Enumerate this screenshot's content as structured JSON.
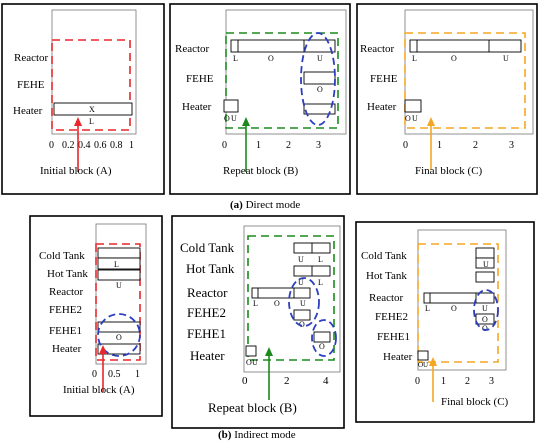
{
  "panels": [
    {
      "rows": [
        "Reactor",
        "FEHE",
        "Heater"
      ],
      "ticks": [
        "0",
        "0.2",
        "0.4",
        "0.6",
        "0.8",
        "1"
      ],
      "caption": "Initial block (A)",
      "bars": [
        {
          "row": "Heater",
          "labels": [
            "X",
            "L"
          ]
        }
      ]
    },
    {
      "rows": [
        "Reactor",
        "FEHE",
        "Heater"
      ],
      "ticks": [
        "0",
        "1",
        "2",
        "3"
      ],
      "caption": "Repeat block (B)",
      "bars": [
        {
          "row": "Reactor",
          "labels": [
            "L",
            "O",
            "U"
          ]
        },
        {
          "row": "FEHE",
          "labels": [
            "O"
          ]
        },
        {
          "row": "Heater",
          "labels": [
            "O",
            "U"
          ]
        }
      ]
    },
    {
      "rows": [
        "Reactor",
        "FEHE",
        "Heater"
      ],
      "ticks": [
        "0",
        "1",
        "2",
        "3"
      ],
      "caption": "Final block (C)",
      "bars": [
        {
          "row": "Reactor",
          "labels": [
            "L",
            "O",
            "U"
          ]
        },
        {
          "row": "Heater",
          "labels": [
            "O",
            "U"
          ]
        }
      ]
    },
    {
      "rows": [
        "Cold Tank",
        "Hot Tank",
        "Reactor",
        "FEHE2",
        "FEHE1",
        "Heater"
      ],
      "ticks": [
        "0",
        "0.5",
        "1"
      ],
      "caption": "Initial block (A)",
      "bars": [
        {
          "row": "Cold Tank",
          "labels": [
            "L"
          ]
        },
        {
          "row": "Hot Tank",
          "labels": [
            "U"
          ]
        },
        {
          "row": "FEHE1",
          "labels": [
            "O"
          ]
        }
      ]
    },
    {
      "rows": [
        "Cold Tank",
        "Hot Tank",
        "Reactor",
        "FEHE2",
        "FEHE1",
        "Heater"
      ],
      "ticks": [
        "0",
        "2",
        "4"
      ],
      "caption": "Repeat block (B)",
      "bars": [
        {
          "row": "Cold Tank",
          "labels": [
            "U",
            "L"
          ]
        },
        {
          "row": "Hot Tank",
          "labels": [
            "U",
            "L"
          ]
        },
        {
          "row": "Reactor",
          "labels": [
            "L",
            "O",
            "U"
          ]
        },
        {
          "row": "FEHE2",
          "labels": [
            "O"
          ]
        },
        {
          "row": "FEHE1",
          "labels": [
            "O"
          ]
        },
        {
          "row": "Heater",
          "labels": [
            "O",
            "U"
          ]
        }
      ]
    },
    {
      "rows": [
        "Cold Tank",
        "Hot Tank",
        "Reactor",
        "FEHE2",
        "FEHE1",
        "Heater"
      ],
      "ticks": [
        "0",
        "1",
        "2",
        "3"
      ],
      "caption": "Final block (C)",
      "bars": [
        {
          "row": "Cold Tank",
          "labels": [
            "U"
          ]
        },
        {
          "row": "Reactor",
          "labels": [
            "L",
            "O",
            "U"
          ]
        },
        {
          "row": "FEHE2",
          "labels": [
            "O"
          ]
        },
        {
          "row": "FEHE1",
          "labels": [
            "O"
          ]
        },
        {
          "row": "Heater",
          "labels": [
            "O",
            "U"
          ]
        }
      ]
    }
  ],
  "subcaptions": {
    "a_letter": "(a)",
    "a_text": " Direct mode",
    "b_letter": "(b)",
    "b_text": " Indirect mode"
  },
  "colors": {
    "red": "#e8262b",
    "green": "#1b8a1b",
    "orange": "#f5a623",
    "blue": "#2b3fbf"
  }
}
